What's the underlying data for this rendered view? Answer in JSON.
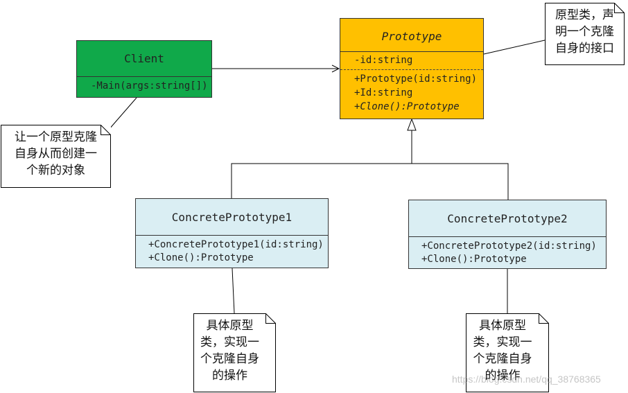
{
  "client": {
    "name": "Client",
    "operations": [
      "-Main(args:string[])"
    ]
  },
  "prototype": {
    "name": "Prototype",
    "attributes": [
      "-id:string"
    ],
    "operations": [
      "+Prototype(id:string)",
      "+Id:string",
      "+Clone():Prototype"
    ]
  },
  "concrete1": {
    "name": "ConcretePrototype1",
    "operations": [
      "+ConcretePrototype1(id:string)",
      "+Clone():Prototype"
    ]
  },
  "concrete2": {
    "name": "ConcretePrototype2",
    "operations": [
      "+ConcretePrototype2(id:string)",
      "+Clone():Prototype"
    ]
  },
  "notes": {
    "client": [
      "让一个原型克隆",
      "自身从而创建一",
      "个新的对象"
    ],
    "prototype": [
      "原型类，声",
      "明一个克隆",
      "自身的接口"
    ],
    "concrete1": [
      "具体原型",
      "类，实现一",
      "个克隆自身",
      "的操作"
    ],
    "concrete2": [
      "具体原型",
      "类，实现一",
      "个克隆自身",
      "的操作"
    ]
  },
  "watermark": "https://blog.csdn.net/qq_38768365",
  "colors": {
    "client_fill": "#10a94a",
    "prototype_fill": "#ffc000",
    "concrete_fill": "#daeef3",
    "line": "#000000"
  }
}
